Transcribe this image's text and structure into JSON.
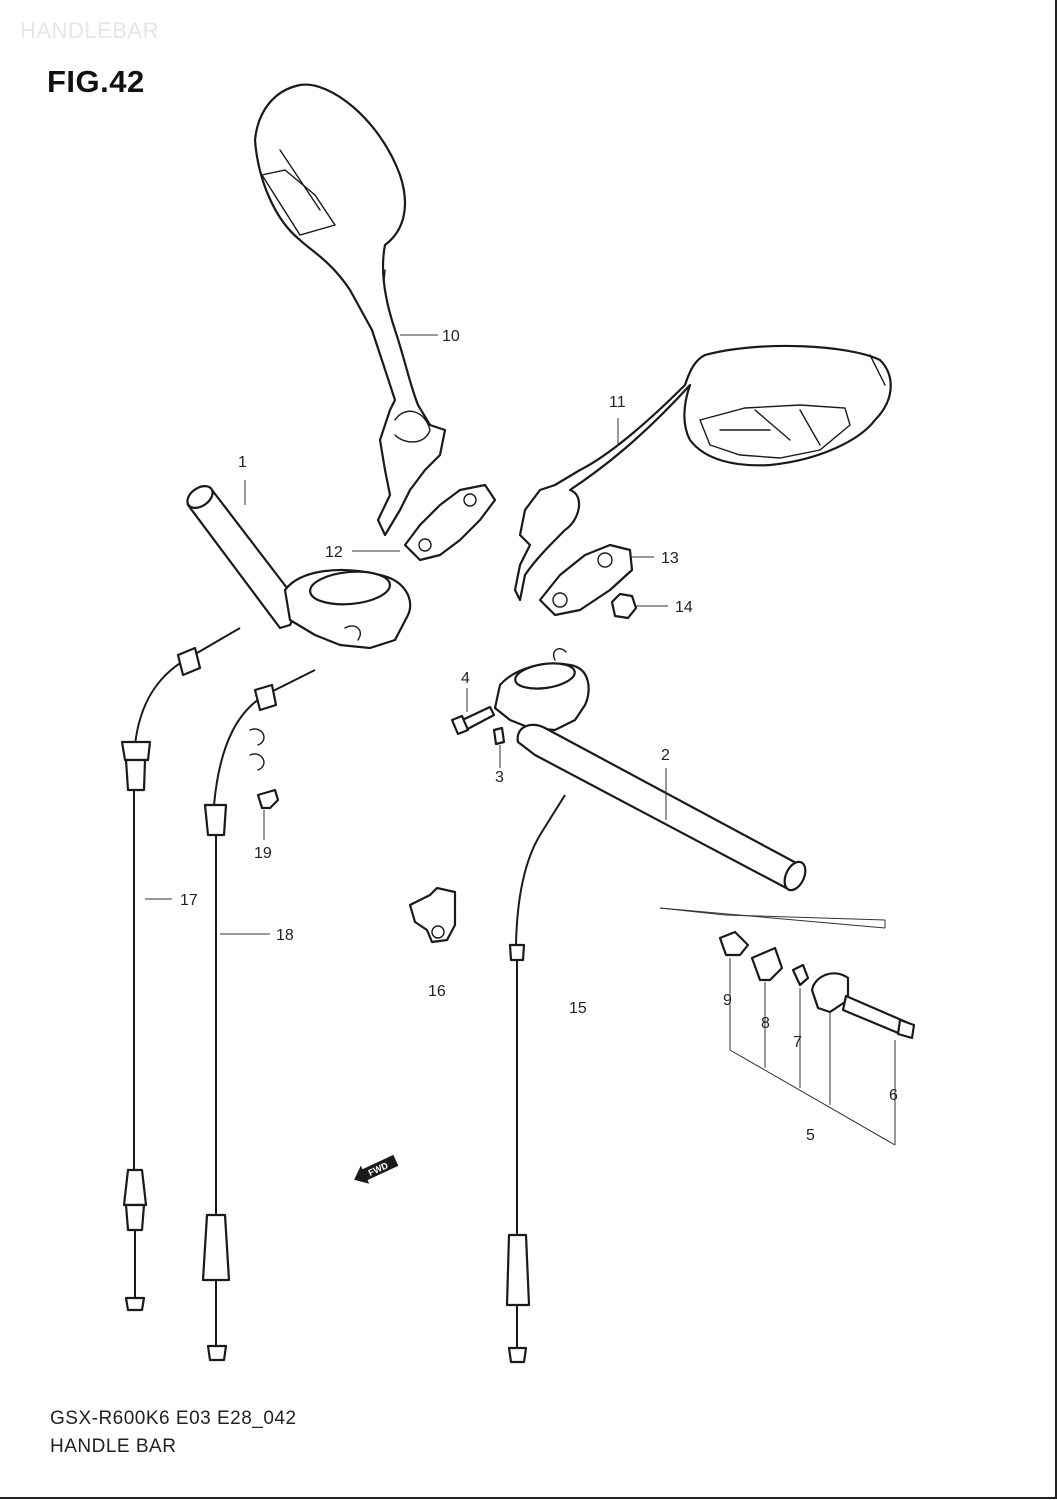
{
  "header": {
    "watermark": "HANDLEBAR",
    "figure_label": "FIG.42"
  },
  "callouts": [
    "1",
    "2",
    "3",
    "4",
    "5",
    "6",
    "7",
    "8",
    "9",
    "10",
    "11",
    "12",
    "13",
    "14",
    "15",
    "16",
    "17",
    "18",
    "19"
  ],
  "fwd_marker": "FWD",
  "footer": {
    "model_code": "GSX-R600K6 E03 E28_042",
    "section_name": "HANDLE BAR"
  }
}
